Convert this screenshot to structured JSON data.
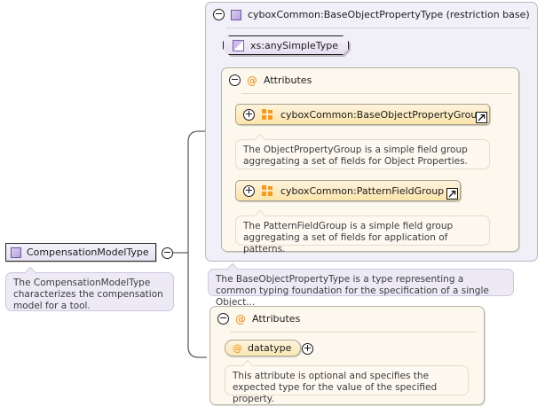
{
  "diagram": {
    "type": "xsd-schema-documentation",
    "root": {
      "name": "CompensationModelType",
      "icon": "complex-type-icon",
      "toggle": "collapse-toggle",
      "annotation": "The CompensationModelType characterizes the compensation model for a tool."
    },
    "base_container": {
      "title": "cyboxCommon:BaseObjectPropertyType (restriction base)",
      "toggle": "collapse-toggle",
      "icon": "complex-type-icon",
      "simple_type": {
        "name": "xs:anySimpleType",
        "icon": "simple-type-icon"
      },
      "attributes_section": {
        "title": "Attributes",
        "toggle": "collapse-toggle",
        "icon": "at-sign-icon",
        "groups": [
          {
            "name": "cyboxCommon:BaseObjectPropertyGroup",
            "toggle": "expand-toggle",
            "icon": "attribute-group-icon",
            "external_link": "external-link-icon",
            "annotation": "The ObjectPropertyGroup is a simple field group aggregating a set of fields for Object Properties."
          },
          {
            "name": "cyboxCommon:PatternFieldGroup",
            "toggle": "expand-toggle",
            "icon": "attribute-group-icon",
            "external_link": "external-link-icon",
            "annotation": "The PatternFieldGroup is a simple field group aggregating a set of fields for application of patterns."
          }
        ]
      },
      "annotation": "The BaseObjectPropertyType is a type representing a common typing foundation for the specification of a single Object..."
    },
    "attributes_panel": {
      "title": "Attributes",
      "toggle": "collapse-toggle",
      "icon": "at-sign-icon",
      "attributes": [
        {
          "name": "datatype",
          "icon": "at-sign-icon",
          "toggle": "expand-toggle",
          "annotation": "This attribute is optional and specifies the expected type for the value of the specified property."
        }
      ]
    },
    "colors": {
      "complex_type_fill": "#e6e1f2",
      "container_fill": "#f1eff7",
      "attributes_fill": "#fdf8ee",
      "group_fill": "#fce5ab",
      "accent_orange": "#f59a23",
      "note_purple": "#edeaf6",
      "note_cream": "#fdf9f1",
      "line": "#606060"
    }
  }
}
